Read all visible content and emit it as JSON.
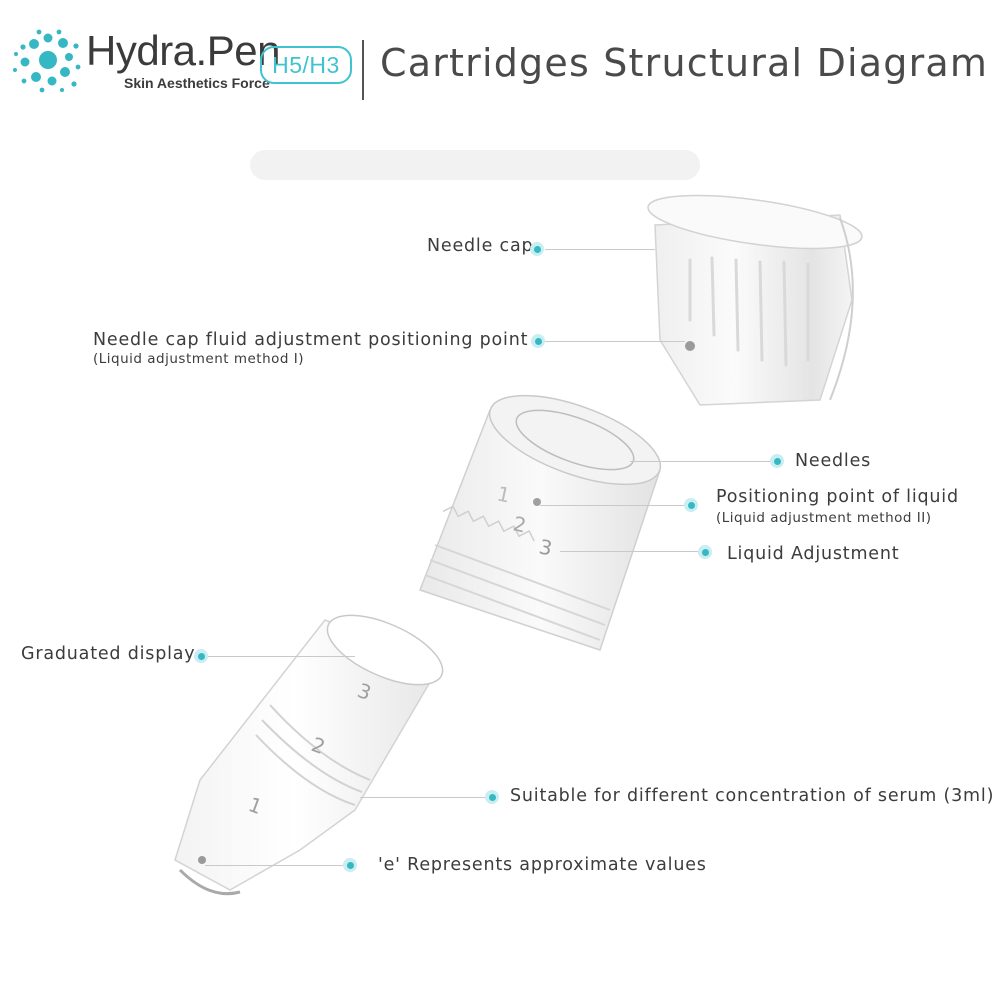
{
  "header": {
    "brand": "Hydra.Pen",
    "tagline": "Skin Aesthetics Force",
    "model": "H5/H3",
    "title": "Cartridges Structural Diagram"
  },
  "colors": {
    "accent": "#3fc4cf",
    "text": "#3c3c3c",
    "leader": "#c9c9c9"
  },
  "labels": {
    "needle_cap": "Needle cap",
    "needle_cap_point": "Needle cap fluid adjustment positioning point",
    "needle_cap_point_sub": "(Liquid adjustment method I)",
    "needles": "Needles",
    "positioning_point": "Positioning point of liquid",
    "positioning_point_sub": "(Liquid adjustment method II)",
    "liquid_adjustment": "Liquid Adjustment",
    "graduated_display": "Graduated display",
    "serum": "Suitable for different concentration of serum (3ml)",
    "approx": "'e' Represents approximate values"
  },
  "scale_marks": {
    "needle_body": [
      "1",
      "2",
      "3"
    ],
    "reservoir": [
      "1",
      "2",
      "3"
    ]
  }
}
